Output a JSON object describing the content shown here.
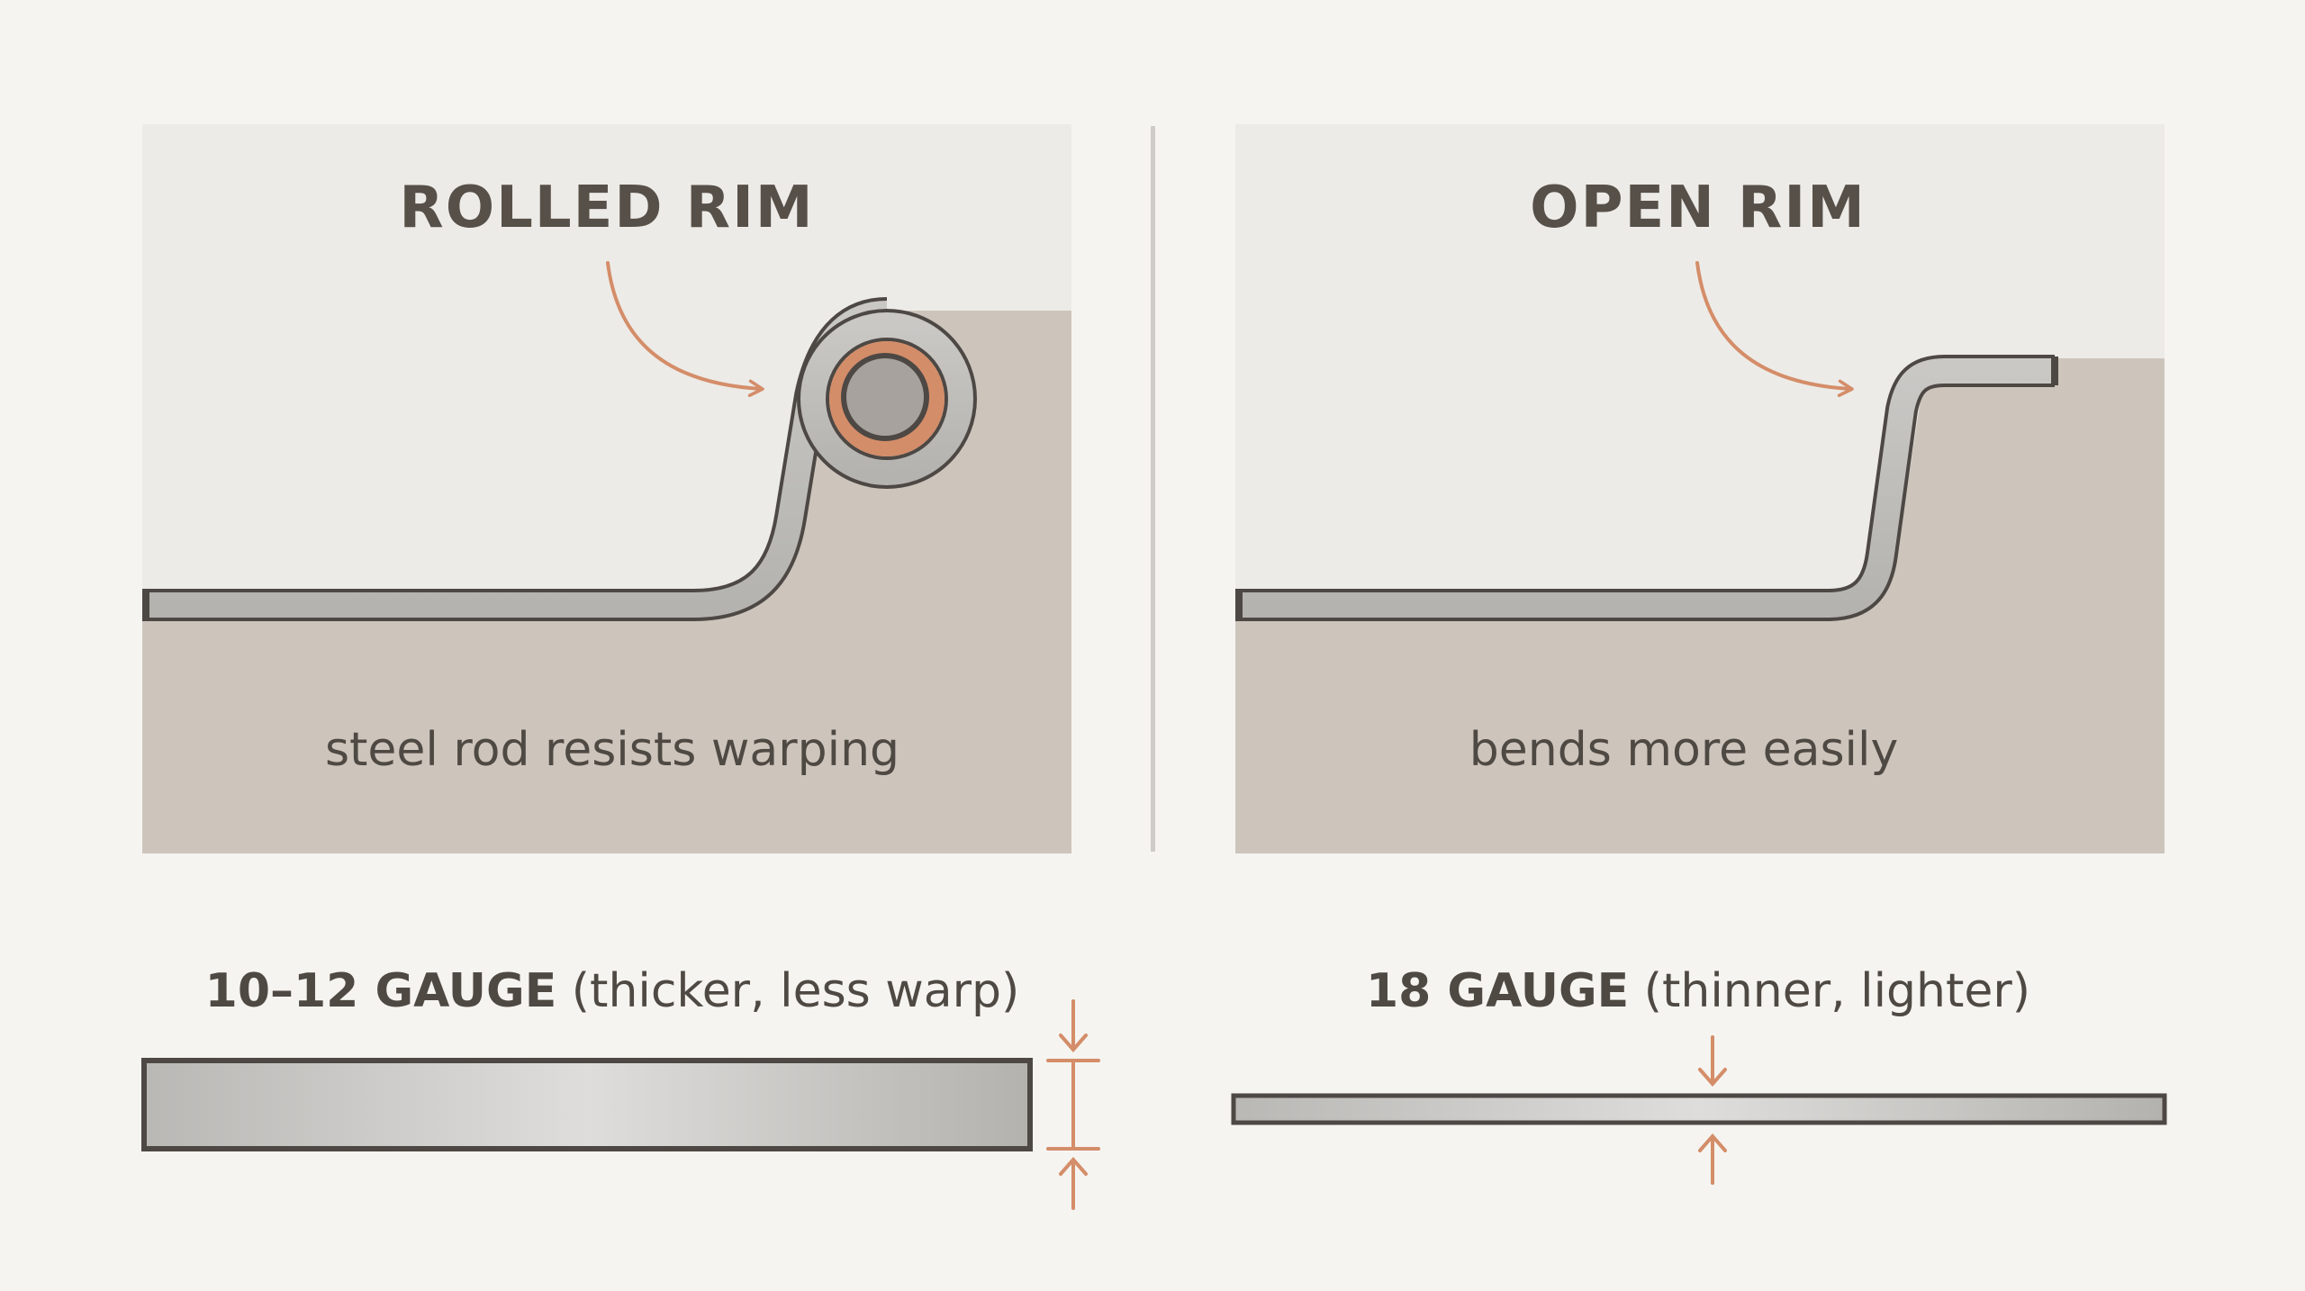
{
  "colors": {
    "background": "#f5f4f0",
    "panel_light": "#edebe7",
    "panel_dark": "#cdc5bc",
    "outline": "#4d4844",
    "accent": "#d48d69",
    "divider": "#cfcbc6"
  },
  "rolled_rim": {
    "title": "ROLLED RIM",
    "caption": "steel rod resists warping"
  },
  "open_rim": {
    "title": "OPEN RIM",
    "caption": "bends more easily"
  },
  "thick_gauge": {
    "bold": "10–12 GAUGE",
    "note": " (thicker, less warp)"
  },
  "thin_gauge": {
    "bold": "18 GAUGE",
    "note": " (thinner, lighter)"
  }
}
